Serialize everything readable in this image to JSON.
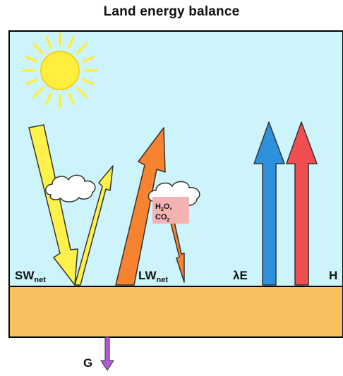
{
  "title": "Land energy balance",
  "labels": {
    "sw": "SW",
    "sw_sub": "net",
    "lw": "LW",
    "lw_sub": "net",
    "le": "λE",
    "h": "H",
    "g": "G",
    "gas_h2o_a": "H",
    "gas_h2o_sub": "2",
    "gas_h2o_b": "O,",
    "gas_co2_a": "CO",
    "gas_co2_sub": "2"
  },
  "colors": {
    "sky": "#cdf4fb",
    "ground": "#f8c05e",
    "sun": "#ffee3b",
    "sw_arrow": "#fff04a",
    "lw_arrow": "#f7822f",
    "le_arrow": "#2e91dc",
    "h_arrow": "#f04e50",
    "g_arrow": "#b25bd6",
    "gas_box": "#f4b3b3",
    "cloud": "#ffffff"
  },
  "icons": [
    "sun-icon",
    "cloud-icon"
  ]
}
